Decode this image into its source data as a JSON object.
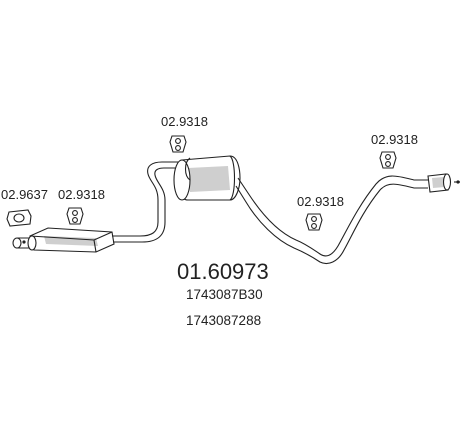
{
  "labels": {
    "part_left_gasket": "02.9637",
    "part_left_hanger": "02.9318",
    "part_mid_hanger": "02.9318",
    "part_rear_mid_hanger": "02.9318",
    "part_rear_hanger": "02.9318"
  },
  "main_part_number": "01.60973",
  "oem_numbers": [
    "1743087B30",
    "1743087288"
  ],
  "colors": {
    "ink": "#222222",
    "background": "#ffffff"
  }
}
